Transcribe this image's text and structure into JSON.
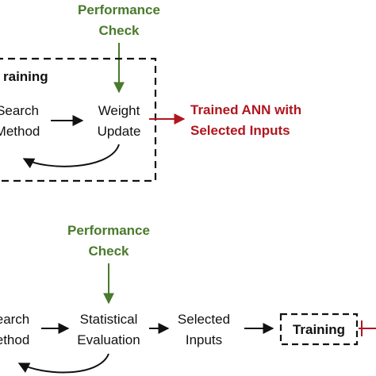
{
  "top": {
    "performance_check": [
      "Performance",
      "Check"
    ],
    "box_title": "raining",
    "search_method": [
      "Search",
      "Method"
    ],
    "weight_update": [
      "Weight",
      "Update"
    ],
    "output": [
      "Trained ANN with",
      "Selected Inputs"
    ]
  },
  "bottom": {
    "performance_check": [
      "Performance",
      "Check"
    ],
    "search_method": [
      "earch",
      "ethod"
    ],
    "statistical_evaluation": [
      "Statistical",
      "Evaluation"
    ],
    "selected_inputs": [
      "Selected",
      "Inputs"
    ],
    "training_box": "Training"
  },
  "colors": {
    "green": "#4a7a2c",
    "red": "#b0161e",
    "black": "#111111"
  }
}
